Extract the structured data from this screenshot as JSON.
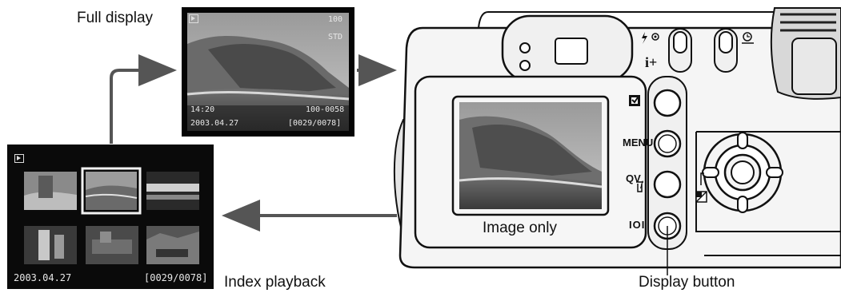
{
  "labels": {
    "full_display": "Full display",
    "index_playback": "Index playback",
    "image_only": "Image only",
    "display_button": "Display button"
  },
  "full_display_screen": {
    "iso": "100",
    "quality": "STD",
    "time": "14:20",
    "folder_file": "100-0058",
    "date": "2003.04.27",
    "frame": "[0029/0078]"
  },
  "index_screen": {
    "date": "2003.04.27",
    "frame": "[0029/0078]",
    "thumbnail_count": 6,
    "selected_thumbnail": 2
  },
  "camera_buttons": {
    "menu": "MENU",
    "qv_top": "QV",
    "qv_bottom": "/",
    "display": "IOI",
    "info": "i+",
    "icons": [
      "macro-icon",
      "trash-icon",
      "flash-icon",
      "self-timer-icon",
      "exposure-comp-icon"
    ]
  },
  "colors": {
    "screen_bg": "#0a0a0a",
    "arrow": "#555555",
    "selected_border": "#f2f2f2"
  }
}
